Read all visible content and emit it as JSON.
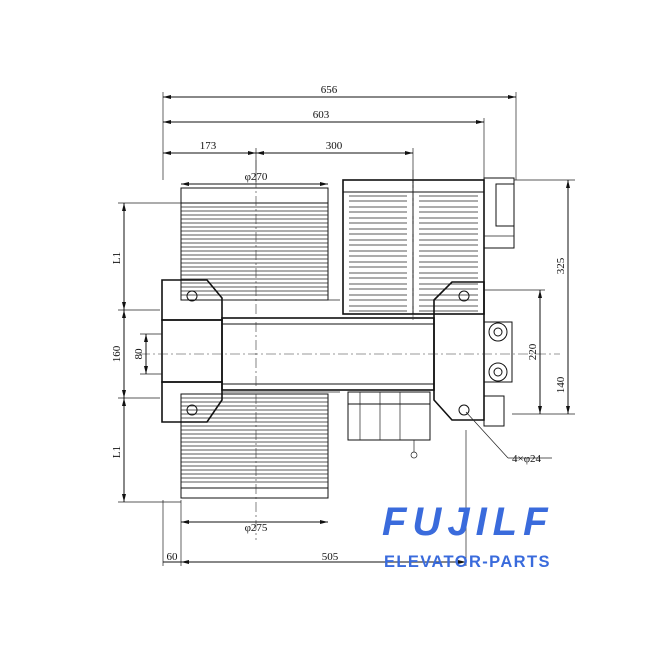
{
  "dimensions": {
    "overall_width": "656",
    "width_603": "603",
    "left_offset": "173",
    "center_span": "300",
    "upper_diameter": "φ270",
    "lower_diameter": "φ275",
    "bottom_left": "60",
    "bottom_span": "505",
    "upper_length": "L1",
    "lower_length": "L1",
    "mid_height": "160",
    "inner_height": "80",
    "right_height": "325",
    "right_220": "220",
    "right_140": "140",
    "holes": "4×φ24"
  },
  "brand": {
    "logo": "FUJILF",
    "tagline": "ELEVATOR-PARTS",
    "color": "#3a6bdc"
  }
}
